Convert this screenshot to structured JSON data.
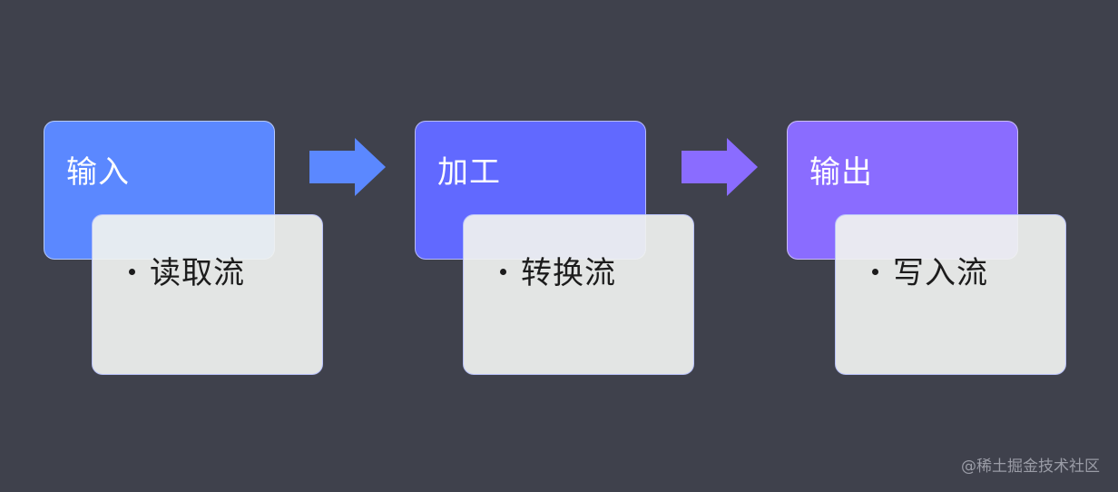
{
  "stages": [
    {
      "title": "输入",
      "item": "读取流",
      "color": "#5b88ff"
    },
    {
      "title": "加工",
      "item": "转换流",
      "color": "#6169ff"
    },
    {
      "title": "输出",
      "item": "写入流",
      "color": "#8a6cff"
    }
  ],
  "arrows": [
    {
      "color": "#5b88ff"
    },
    {
      "color": "#8a6cff"
    }
  ],
  "watermark": "@稀土掘金技术社区",
  "background": "#3f414c"
}
